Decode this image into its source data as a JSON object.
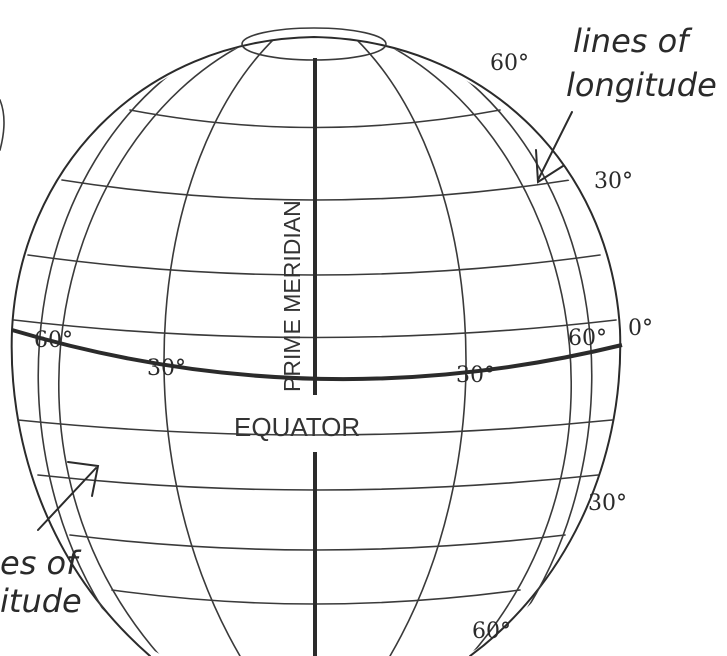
{
  "labels": {
    "prime_meridian": "PRIME MERIDIAN",
    "equator": "EQUATOR",
    "longitude_line1": "lines of",
    "longitude_line2": "longitude",
    "latitude_line1": "es of",
    "latitude_line2": "itude"
  },
  "degrees": {
    "top_60": "60°",
    "right_30": "30°",
    "right_0": "0°",
    "eq_left_60": "60°",
    "eq_left_30": "30°",
    "eq_right_30": "30°",
    "eq_right_60": "60°",
    "lower_right_30": "30°",
    "bottom_60": "60°"
  },
  "colors": {
    "ink": "#2b2b2b",
    "background": "#ffffff"
  }
}
